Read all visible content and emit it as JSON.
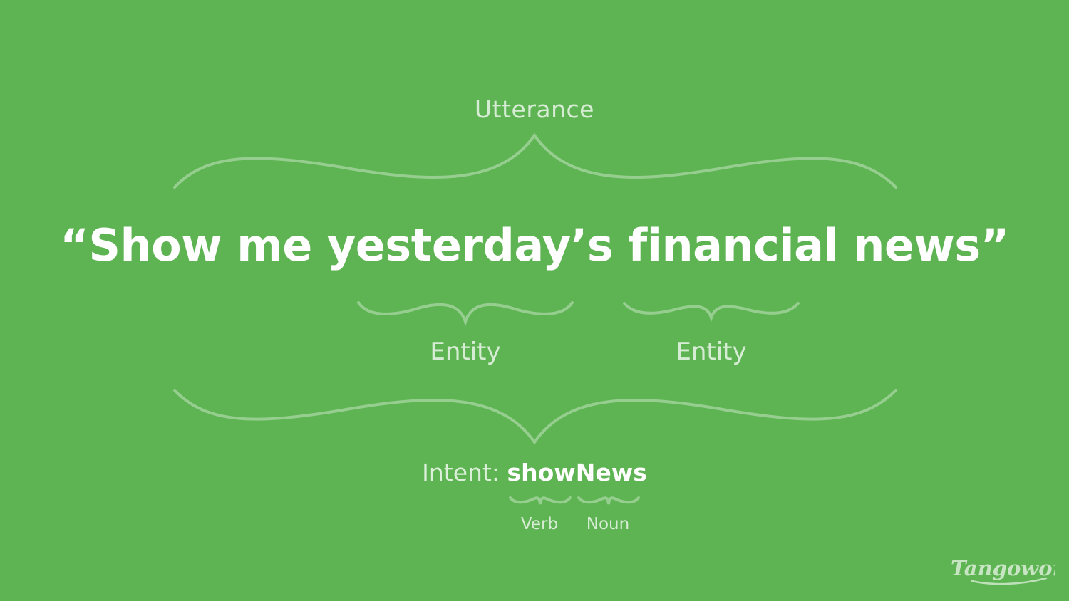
{
  "labels": {
    "utterance": "Utterance",
    "sentence": "“Show me yesterday’s financial news”",
    "entity_1": "Entity",
    "entity_2": "Entity",
    "intent_prefix": "Intent: ",
    "intent_name": "showNews",
    "verb": "Verb",
    "noun": "Noun"
  },
  "logo": {
    "text": "Tangowork"
  },
  "colors": {
    "background": "#5eb453",
    "text_primary": "#ffffff",
    "brace_stroke": "rgba(255,255,255,0.35)"
  }
}
